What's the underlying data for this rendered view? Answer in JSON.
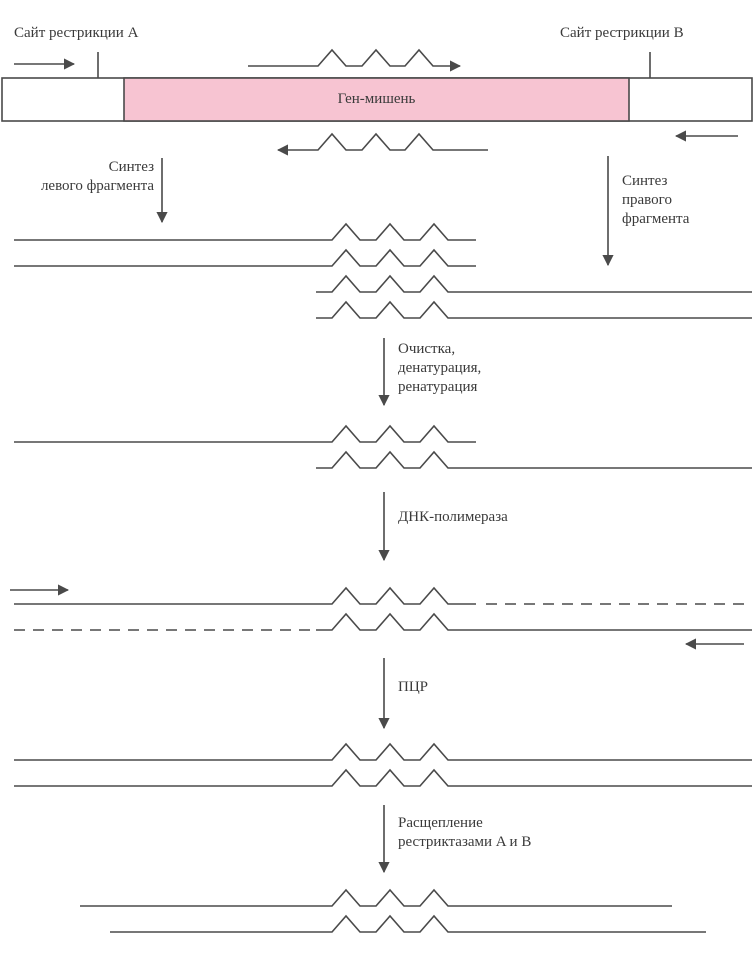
{
  "labels": {
    "site_a": "Сайт рестрикции A",
    "site_b": "Сайт рестрикции B",
    "target_gene": "Ген-мишень",
    "left_synthesis": [
      "Синтез",
      "левого фрагмента"
    ],
    "right_synthesis": [
      "Синтез",
      "правого",
      "фрагмента"
    ],
    "purification": [
      "Очистка,",
      "денатурация,",
      "ренатурация"
    ],
    "polymerase": "ДНК-полимераза",
    "pcr": "ПЦР",
    "cleavage": [
      "Расщепление",
      "рестриктазами A и B"
    ]
  },
  "colors": {
    "line": "#4a4a4a",
    "gene_fill": "#f7c4d2",
    "text": "#3a3a3a"
  }
}
